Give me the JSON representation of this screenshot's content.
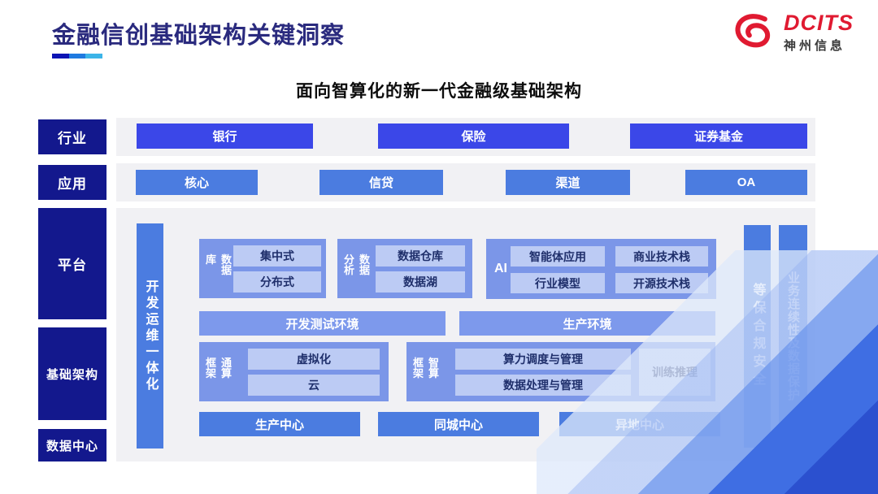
{
  "header": {
    "title": "金融信创基础架构关键洞察",
    "logo_text": "DCITS",
    "logo_subtext": "神州信息"
  },
  "subtitle": "面向智算化的新一代金融级基础架构",
  "categories": {
    "industry": "行业",
    "application": "应用",
    "platform": "平台",
    "infrastructure": "基础架构",
    "datacenter": "数据中心"
  },
  "industry_row": {
    "items": [
      "银行",
      "保险",
      "证券基金"
    ]
  },
  "application_row": {
    "items": [
      "核心",
      "信贷",
      "渠道",
      "OA"
    ]
  },
  "platform": {
    "devops_bar": "开发运维一体化",
    "security_bar": "等保合规安全",
    "continuity_bar": "业务连续性及数据保护",
    "database": {
      "label": "数据库",
      "items": [
        "集中式",
        "分布式"
      ]
    },
    "analytics": {
      "label": "数据分析",
      "items": [
        "数据仓库",
        "数据湖"
      ]
    },
    "ai": {
      "label": "AI",
      "items": [
        "智能体应用",
        "商业技术栈",
        "行业模型",
        "开源技术栈"
      ]
    },
    "env": {
      "dev": "开发测试环境",
      "prod": "生产环境"
    },
    "general_framework": {
      "label": "通算框架",
      "items": [
        "虚拟化",
        "云"
      ]
    },
    "smart_framework": {
      "label": "智算框架",
      "items": [
        "算力调度与管理",
        "数据处理与管理"
      ],
      "side": "训练推理"
    },
    "centers": [
      "生产中心",
      "同城中心",
      "异地中心"
    ]
  },
  "colors": {
    "title_text": "#2a2a7e",
    "underline_segments": [
      "#0d14b4",
      "#1f7ae0",
      "#3cb4e8"
    ],
    "logo_red": "#e01a31",
    "category_navy": "#13188d",
    "industry_button_blue": "#3b47e8",
    "app_button_blue": "#4b7ce0",
    "group_blue": "#7b96e8",
    "chip_blue": "#bccbf4",
    "chip_text": "#1f2f6b",
    "strip_gray": "#f1f1f4"
  }
}
